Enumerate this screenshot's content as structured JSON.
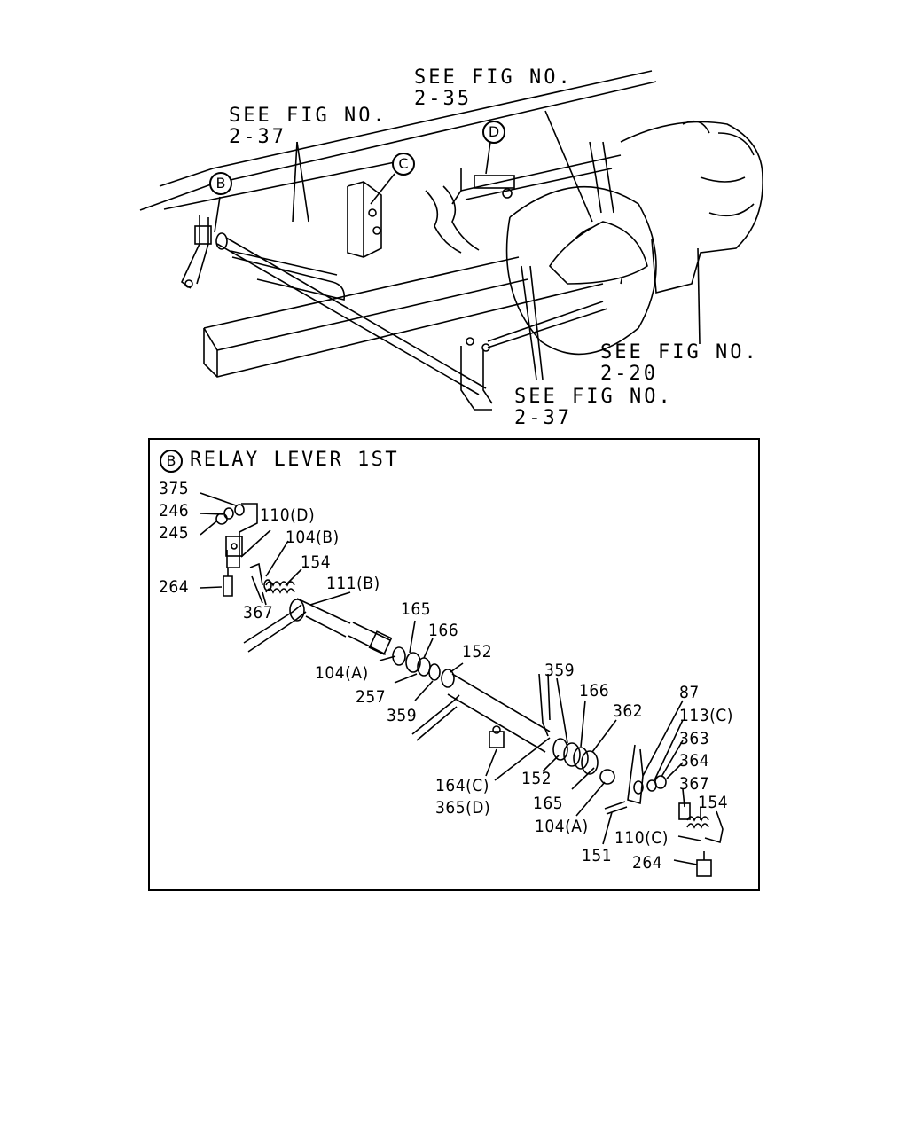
{
  "overview": {
    "references": [
      {
        "line1": "SEE FIG NO.",
        "line2": "2-35"
      },
      {
        "line1": "SEE FIG NO.",
        "line2": "2-37"
      },
      {
        "line1": "SEE FIG NO.",
        "line2": "2-20"
      },
      {
        "line1": "SEE FIG NO.",
        "line2": "2-37"
      }
    ],
    "callouts": [
      "B",
      "C",
      "D"
    ]
  },
  "detail": {
    "callout": "B",
    "title": "RELAY LEVER 1ST",
    "parts": [
      "375",
      "246",
      "245",
      "110(D)",
      "104(B)",
      "154",
      "264",
      "367",
      "111(B)",
      "165",
      "166",
      "152",
      "104(A)",
      "257",
      "359",
      "359",
      "166",
      "362",
      "87",
      "113(C)",
      "363",
      "364",
      "367",
      "154",
      "164(C)",
      "365(D)",
      "152",
      "165",
      "104(A)",
      "151",
      "110(C)",
      "264"
    ]
  },
  "colors": {
    "ink": "#000000",
    "paper": "#ffffff"
  }
}
